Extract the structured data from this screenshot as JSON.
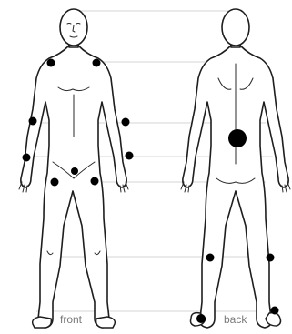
{
  "figure": {
    "views": [
      {
        "id": "front",
        "label": "front"
      },
      {
        "id": "back",
        "label": "back"
      }
    ],
    "marker_color": "#000000",
    "outline_color": "#1e1e1e",
    "guide_color": "#c8c8c8"
  }
}
